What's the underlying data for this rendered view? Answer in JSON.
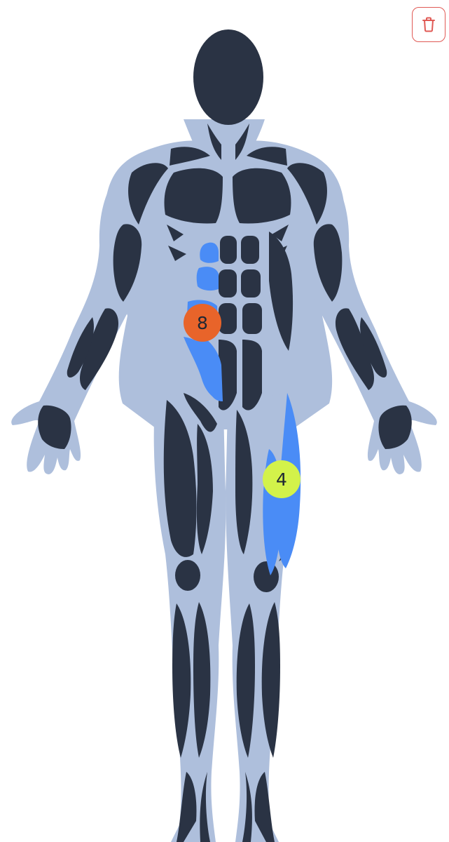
{
  "colors": {
    "body_silhouette": "#aebfdc",
    "muscle": "#2a3344",
    "highlighted_muscle": "#4a8cf6",
    "delete_button_border": "#e05a55"
  },
  "toolbar": {
    "delete_icon": "trash-icon"
  },
  "markers": [
    {
      "label": "8",
      "muscle": "abdominal-oblique",
      "color": "#e8642a"
    },
    {
      "label": "4",
      "muscle": "quadriceps",
      "color": "#d3f24a"
    }
  ]
}
